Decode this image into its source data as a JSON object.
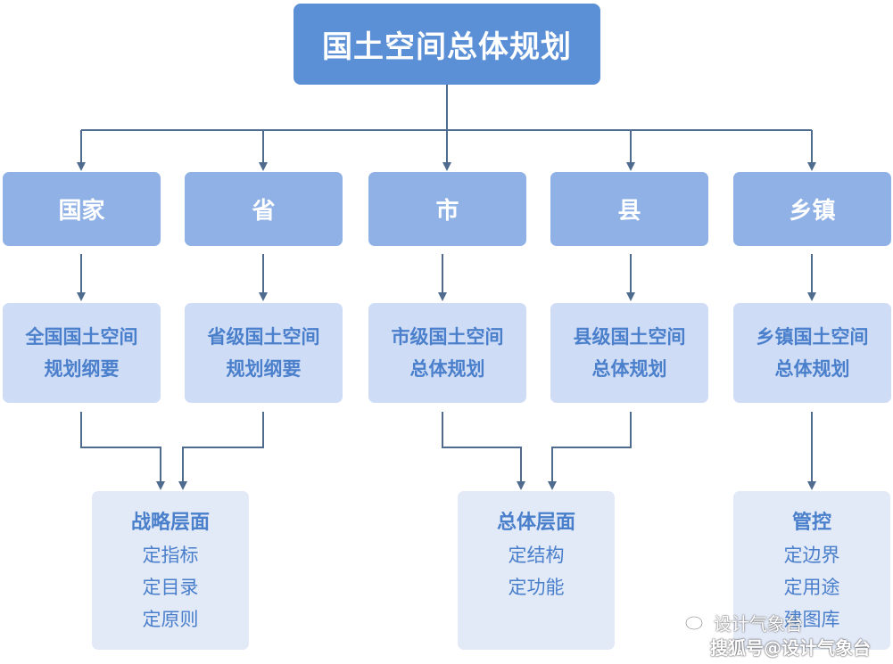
{
  "root": {
    "label": "国土空间总体规划"
  },
  "levels": [
    {
      "label": "国家"
    },
    {
      "label": "省"
    },
    {
      "label": "市"
    },
    {
      "label": "县"
    },
    {
      "label": "乡镇"
    }
  ],
  "plans": [
    {
      "line1": "全国国土空间",
      "line2": "规划纲要"
    },
    {
      "line1": "省级国土空间",
      "line2": "规划纲要"
    },
    {
      "line1": "市级国土空间",
      "line2": "总体规划"
    },
    {
      "line1": "县级国土空间",
      "line2": "总体规划"
    },
    {
      "line1": "乡镇国土空间",
      "line2": "总体规划"
    }
  ],
  "groups": [
    {
      "title": "战略层面",
      "items": [
        "定指标",
        "定目录",
        "定原则"
      ]
    },
    {
      "title": "总体层面",
      "items": [
        "定结构",
        "定功能"
      ]
    },
    {
      "title": "管控",
      "items": [
        "定边界",
        "定用途",
        "建图库"
      ]
    }
  ],
  "watermark": {
    "line1": "设计气象台",
    "line2": "搜狐号@设计气象台"
  },
  "colors": {
    "root": "#5b8fd6",
    "level": "#8fb1e5",
    "plan": "#cfdcf6",
    "group": "#e2e9f7",
    "text_blue": "#4a7fcb",
    "connector": "#4f6c8f"
  }
}
